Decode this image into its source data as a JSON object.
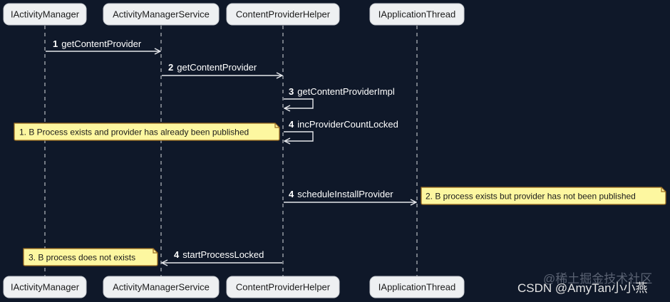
{
  "participants": [
    {
      "id": "iam",
      "name": "IActivityManager"
    },
    {
      "id": "ams",
      "name": "ActivityManagerService"
    },
    {
      "id": "cph",
      "name": "ContentProviderHelper"
    },
    {
      "id": "iat",
      "name": "IApplicationThread"
    }
  ],
  "messages": [
    {
      "num": "1",
      "label": "getContentProvider"
    },
    {
      "num": "2",
      "label": "getContentProvider"
    },
    {
      "num": "3",
      "label": "getContentProviderImpl"
    },
    {
      "num": "4",
      "label": "incProviderCountLocked"
    },
    {
      "num": "4",
      "label": "scheduleInstallProvider"
    },
    {
      "num": "4",
      "label": "startProcessLocked"
    }
  ],
  "notes": [
    {
      "text": "1. B Process exists and provider has already been published"
    },
    {
      "text": "2. B process exists but provider has not been published"
    },
    {
      "text": "3. B process does not exists"
    }
  ],
  "watermark": {
    "csdn": "CSDN @AmyTan小小燕",
    "juejin": "@稀土掘金技术社区"
  }
}
